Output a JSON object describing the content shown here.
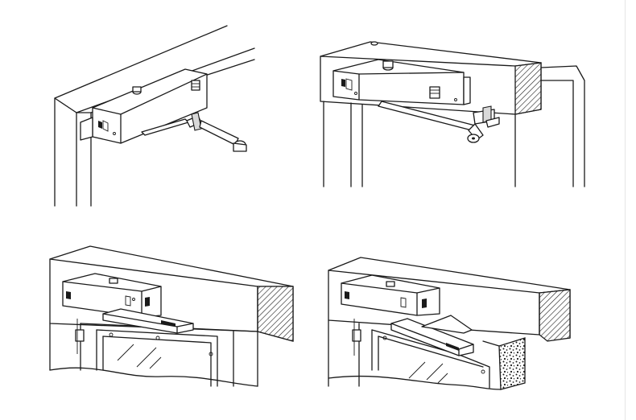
{
  "figure": {
    "panels": [
      {
        "id": "top-left",
        "mounting": "door-leaf-arm-to-frame"
      },
      {
        "id": "top-right",
        "mounting": "frame-mount-arm-to-door"
      },
      {
        "id": "bottom-left",
        "mounting": "frame-mount-slide-rail"
      },
      {
        "id": "bottom-right",
        "mounting": "frame-mount-slide-rail-arm"
      }
    ],
    "colors": {
      "line": "#1a1a1a",
      "background": "#ffffff",
      "shade": "#d9d9d9"
    }
  }
}
